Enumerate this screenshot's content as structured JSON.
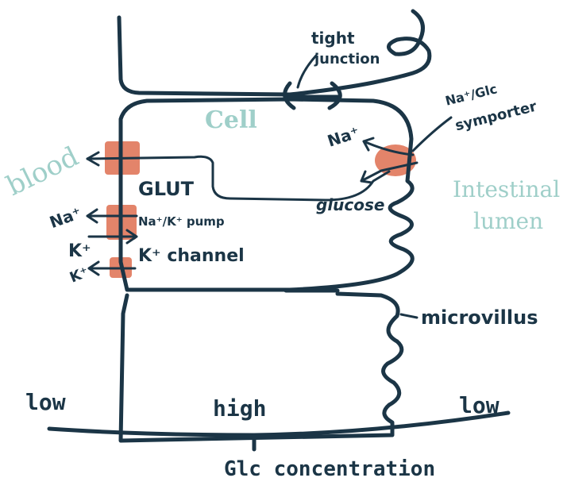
{
  "labels": {
    "tight_junction_line1": "tight",
    "tight_junction_line2": "junction",
    "cell": "Cell",
    "symporter_line1": "Na⁺/Glc",
    "symporter_line2": "symporter",
    "na_plus_lumen": "Na⁺",
    "blood": "blood",
    "glut": "GLUT",
    "glucose": "glucose",
    "intestinal_line1": "Intestinal",
    "intestinal_line2": "lumen",
    "na_plus_blood": "Na⁺",
    "pump": "Na⁺/K⁺ pump",
    "k_plus_pump": "K⁺",
    "k_plus_channel": "K⁺",
    "k_channel": "K⁺ channel",
    "microvillus": "microvillus",
    "low_left": "low",
    "high": "high",
    "low_right": "low",
    "glc_concentration": "Glc concentration"
  },
  "colors": {
    "ink": "#1b3546",
    "transporter": "#e3846a",
    "teal_label": "#9fcfc9"
  }
}
